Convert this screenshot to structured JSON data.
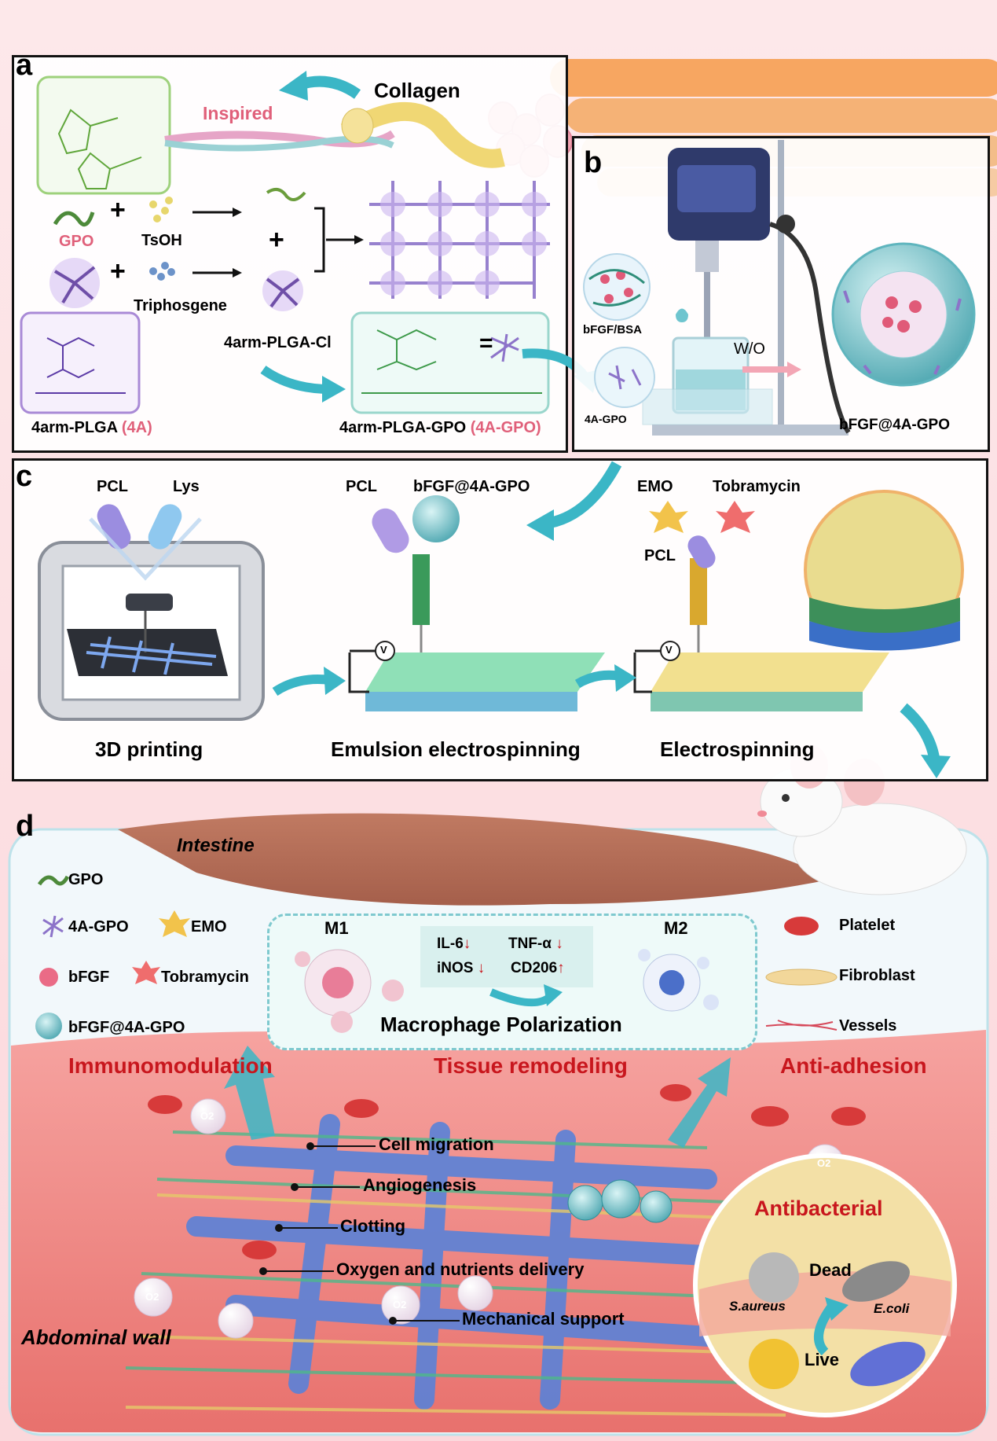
{
  "panel_a": {
    "label": "a",
    "collagen": "Collagen",
    "inspired": "Inspired",
    "gpo": "GPO",
    "tsoh": "TsOH",
    "triphosgene": "Triphosgene",
    "plga_cl": "4arm-PLGA-Cl",
    "plga_prefix": "4arm-PLGA",
    "plga_abbr": "(4A)",
    "plga_gpo_prefix": "4arm-PLGA-GPO",
    "plga_gpo_abbr": "(4A-GPO)",
    "plus": "+",
    "equals": "="
  },
  "panel_b": {
    "label": "b",
    "bfgf_bsa": "bFGF/BSA",
    "fourA_gpo": "4A-GPO",
    "wo": "W/O",
    "product": "bFGF@4A-GPO"
  },
  "panel_c": {
    "label": "c",
    "pcl1": "PCL",
    "lys": "Lys",
    "pcl2": "PCL",
    "bfgf_gpo": "bFGF@4A-GPO",
    "emo": "EMO",
    "tobramycin": "Tobramycin",
    "pcl3": "PCL",
    "v": "V",
    "step1": "3D printing",
    "step2": "Emulsion electrospinning",
    "step3": "Electrospinning"
  },
  "panel_d": {
    "label": "d",
    "intestine": "Intestine",
    "abdominal_wall": "Abdominal wall",
    "legend_left": [
      "GPO",
      "4A-GPO",
      "EMO",
      "bFGF",
      "Tobramycin",
      "bFGF@4A-GPO"
    ],
    "legend_right": [
      "Platelet",
      "Fibroblast",
      "Vessels"
    ],
    "m1": "M1",
    "m2": "M2",
    "il6": "IL-6",
    "tnfa": "TNF-α",
    "inos": "iNOS",
    "cd206": "CD206",
    "polarization": "Macrophage Polarization",
    "immunomodulation": "Immunomodulation",
    "tissue_remodeling": "Tissue remodeling",
    "anti_adhesion": "Anti-adhesion",
    "functions": [
      "Cell migration",
      "Angiogenesis",
      "Clotting",
      "Oxygen and nutrients delivery",
      "Mechanical support"
    ],
    "antibacterial": "Antibacterial",
    "dead": "Dead",
    "live": "Live",
    "saureus": "S.aureus",
    "ecoli": "E.coli",
    "o2": "O2"
  },
  "colors": {
    "accent_pink": "#e0607a",
    "accent_red": "#c8161d",
    "teal_arrow": "#3bb6c6",
    "tissue": "#f08a86",
    "scaffold_blue": "#5a82d8"
  }
}
